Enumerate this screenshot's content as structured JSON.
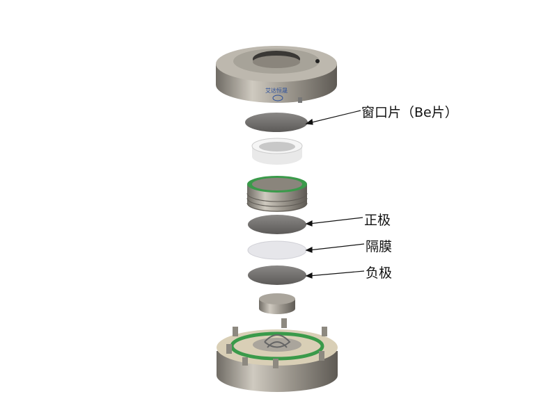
{
  "labels": {
    "window": "窗口片（Be片）",
    "cathode": "正极",
    "separator": "隔膜",
    "anode": "负极"
  },
  "logo": {
    "brand_cn": "艾达恒晟",
    "brand_en": "ida"
  },
  "colors": {
    "metal": "#a8a39a",
    "disc_dark": "#6e6c6a",
    "separator": "#e6e6ea",
    "seal_green": "#3a9a4a",
    "ceramic": "#d9cfb6"
  }
}
